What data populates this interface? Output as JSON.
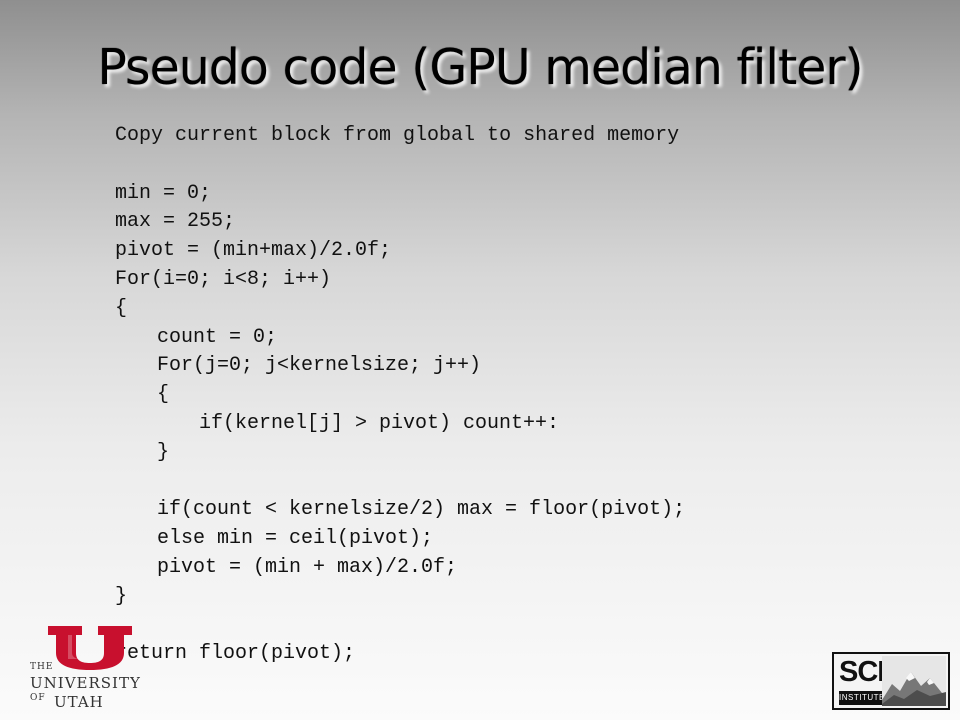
{
  "slide": {
    "title": "Pseudo code (GPU median filter)"
  },
  "code": {
    "lines": [
      "Copy current block from global to shared memory",
      "",
      "min = 0;",
      "max = 255;",
      "pivot = (min+max)/2.0f;",
      "For(i=0; i<8; i++)",
      "{",
      "count = 0;",
      "For(j=0; j<kernelsize; j++)",
      "{",
      "if(kernel[j] > pivot) count++:",
      "}",
      "",
      "if(count < kernelsize/2) max = floor(pivot);",
      "else min = ceil(pivot);",
      "pivot = (min + max)/2.0f;",
      "}",
      "",
      "return floor(pivot);"
    ]
  },
  "logos": {
    "utah": {
      "the": "THE",
      "university": "UNIVERSITY",
      "of": "OF",
      "state": "UTAH",
      "color": "#c8102e"
    },
    "sci": {
      "mark": "SCI",
      "subtitle": "INSTITUTE"
    }
  }
}
